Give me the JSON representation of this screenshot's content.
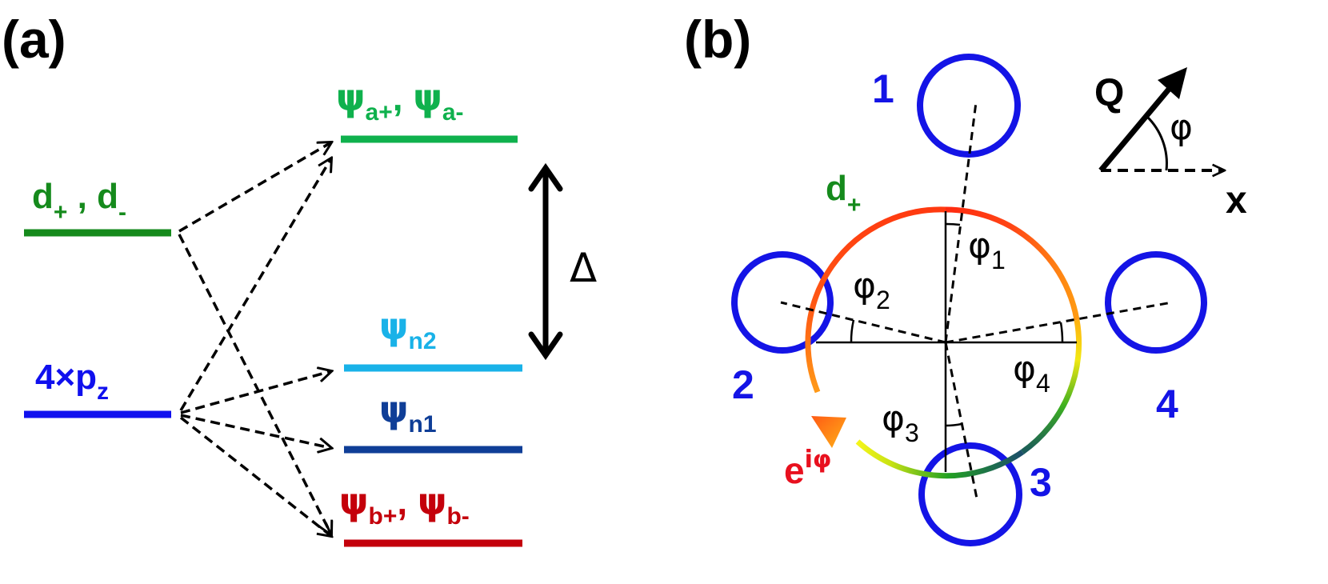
{
  "panel_a": {
    "label": "(a)",
    "levels": {
      "d": {
        "main1": "d",
        "sub1": "+",
        "sep": " , ",
        "main2": "d",
        "sub2": "-"
      },
      "pz": {
        "prefix": "4×p",
        "sub": "z"
      },
      "psi_a": {
        "psi1": "ψ",
        "sub1": "a+",
        "sep": ", ",
        "psi2": "ψ",
        "sub2": "a-"
      },
      "psi_n2": {
        "psi": "ψ",
        "sub": "n2"
      },
      "psi_n1": {
        "psi": "ψ",
        "sub": "n1"
      },
      "psi_b": {
        "psi1": "ψ",
        "sub1": "b+",
        "sep": ", ",
        "psi2": "ψ",
        "sub2": "b-"
      }
    },
    "gap_label": "Δ"
  },
  "panel_b": {
    "label": "(b)",
    "site_labels": [
      "1",
      "2",
      "3",
      "4"
    ],
    "ring_label": {
      "main": "d",
      "sub": "+"
    },
    "phase_label": {
      "main": "e",
      "sup": "iφ"
    },
    "angles": [
      {
        "main": "φ",
        "sub": "1"
      },
      {
        "main": "φ",
        "sub": "2"
      },
      {
        "main": "φ",
        "sub": "3"
      },
      {
        "main": "φ",
        "sub": "4"
      }
    ],
    "axis": {
      "vector": "Q",
      "angle": "φ",
      "x": "x"
    }
  },
  "colors": {
    "d_green": "#158a1c",
    "a_green": "#0fb14d",
    "pz_blue": "#1010ee",
    "n2_cyan": "#19b2e8",
    "n1_navy": "#0f3e97",
    "b_red": "#c4000b",
    "site_blue": "#1414e6",
    "phase_red": "#e8101e"
  }
}
